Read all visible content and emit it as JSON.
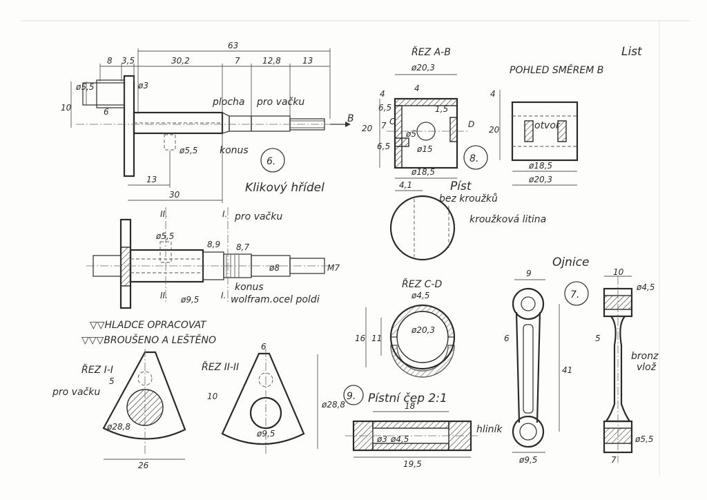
{
  "sheet": {
    "list_label": "List",
    "title_shaft": "Klikový hřídel",
    "title_piston": "Píst",
    "title_rod": "Ojnice",
    "title_pin": "Pístní čep 2:1",
    "num_6": "6.",
    "num_7": "7.",
    "num_8": "8.",
    "num_9": "9."
  },
  "shaft_top": {
    "dims": [
      "63",
      "8",
      "3,5",
      "30,2",
      "7",
      "12,8",
      "13",
      "ø5,5",
      "ø3",
      "10",
      "6",
      "13",
      "30",
      "ø5,5"
    ],
    "notes": [
      "plocha",
      "pro vačku",
      "konus",
      "B"
    ]
  },
  "shaft_bottom": {
    "dims": [
      "ø5,5",
      "II.",
      "I.",
      "8,9",
      "8,7",
      "ø8",
      "M7",
      "ø9,5",
      "II.",
      "I."
    ],
    "notes": [
      "pro vačku",
      "konus",
      "wolfram.ocel poldi"
    ]
  },
  "surface_notes": [
    "▽▽HLADCE OPRACOVAT",
    "▽▽▽BROUŠENO A LEŠTĚNO"
  ],
  "section_1": {
    "title": "ŘEZ I-I",
    "dims": [
      "5",
      "ø28,8",
      "26"
    ],
    "note": "pro vačku"
  },
  "section_2": {
    "title": "ŘEZ II-II",
    "dims": [
      "6",
      "10",
      "ø28,8",
      "ø9,5"
    ]
  },
  "piston_section_ab": {
    "title": "ŘEZ A-B",
    "dims": [
      "ø20,3",
      "4",
      "4",
      "6,5",
      "7",
      "6,5",
      "20",
      "1,5",
      "ø5",
      "ø15",
      "ø18,5"
    ],
    "letters": [
      "C",
      "D"
    ]
  },
  "piston_view_b": {
    "title": "POHLED SMĚREM B",
    "dims": [
      "4",
      "20",
      "ø18,5",
      "ø20,3"
    ],
    "note": "otvor"
  },
  "piston_top": {
    "dims": [
      "4,1"
    ],
    "notes": [
      "bez kroužků",
      "kroužková litina"
    ]
  },
  "piston_section_cd": {
    "title": "ŘEZ C-D",
    "dims": [
      "ø4,5",
      "16",
      "11",
      "ø20,3"
    ]
  },
  "rod": {
    "dims": [
      "9",
      "6",
      "41",
      "ø9,5",
      "10",
      "ø4,5",
      "5",
      "7",
      "ø5,5"
    ],
    "notes": [
      "bronz",
      "vlož"
    ]
  },
  "pin": {
    "dims": [
      "18",
      "ø3",
      "ø4,5",
      "19,5"
    ],
    "note": "hliník"
  }
}
